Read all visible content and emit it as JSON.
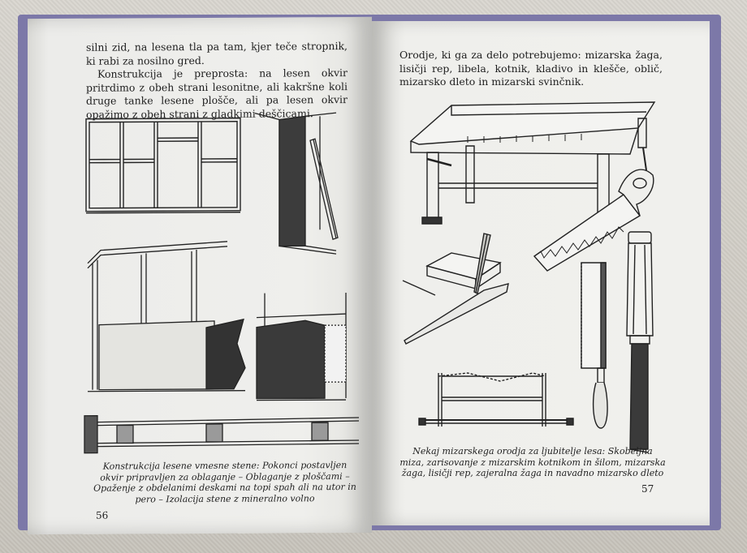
{
  "left_page": {
    "paragraphs": [
      "silni zid, na lesena tla pa tam, kjer teče stropnik, ki rabi za nosilno gred.",
      "Konstrukcija je preprosta: na lesen okvir pritrdimo z obeh strani lesonitne, ali kakršne koli druge tanke lesene plošče, ali pa lesen okvir opažimo z obeh strani z gladkimi deščicami."
    ],
    "caption": "Konstrukcija lesene vmesne stene: Pokonci postavljen okvir pripravljen za oblaganje – Oblaganje z ploščami – Opaženje z obdelanimi deskami na topi spah ali na utor in pero – Izolacija stene z mineralno volno",
    "page_number": "56"
  },
  "right_page": {
    "paragraphs": [
      "Orodje, ki ga za delo potrebujemo: mizarska žaga, lisičji rep, libela, kotnik, kladivo in klešče, oblič, mizarsko dleto in mizarski svinčnik."
    ],
    "caption": "Nekaj mizarskega orodja za ljubitelje lesa: Skobeljna miza, zarisovanje z mizarskim kotnikom in šilom, mizarska žaga, lisičji rep, zajeralna žaga in navadno mizarsko dleto",
    "page_number": "57"
  },
  "colors": {
    "cover": "#7c78a8",
    "paper": "#eeeeeb",
    "ink": "#1e1e1e",
    "background": "#cfcbc3"
  }
}
